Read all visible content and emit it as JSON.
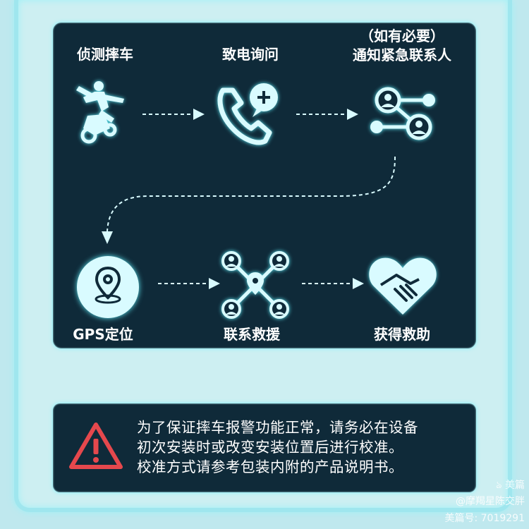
{
  "flow": {
    "steps": [
      {
        "label": "侦测摔车",
        "icon": "motorcycle-fall-icon"
      },
      {
        "label": "致电询问",
        "icon": "phone-call-icon"
      },
      {
        "label_line1": "（如有必要）",
        "label_line2": "通知紧急联系人",
        "icon": "contacts-network-icon"
      },
      {
        "label": "GPS定位",
        "icon": "gps-location-icon"
      },
      {
        "label": "联系救援",
        "icon": "rescue-network-icon"
      },
      {
        "label": "获得救助",
        "icon": "handshake-heart-icon"
      }
    ]
  },
  "notice": {
    "icon": "warning-triangle-icon",
    "lines": [
      "为了保证摔车报警功能正常，请务必在设备",
      "初次安装时或改变安装位置后进行校准。",
      "校准方式请参考包装内附的产品说明书。"
    ]
  },
  "watermark": {
    "brand": "美篇",
    "author": "@摩羯星陈交胖",
    "id": "美篇号: 7019291"
  },
  "colors": {
    "panel": "#0f2a39",
    "glow": "#7ff2fb",
    "icon_fill": "#d9fbff",
    "warning": "#e5484d",
    "background": "#bfe8ee"
  }
}
